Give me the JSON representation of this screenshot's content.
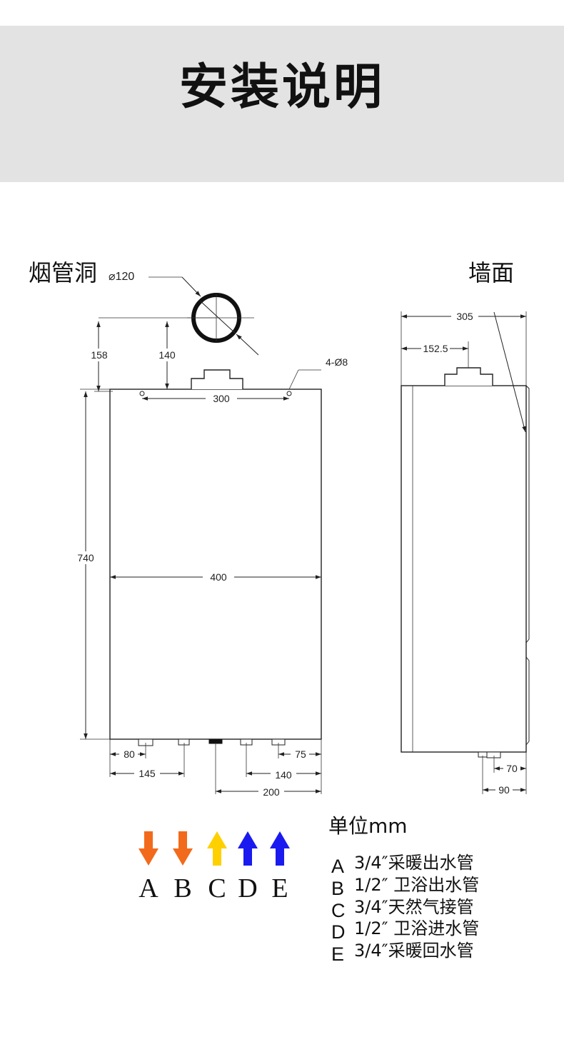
{
  "title": "安装说明",
  "labels": {
    "flue_hole": "烟管洞",
    "flue_diameter": "⌀120",
    "wall": "墙面",
    "holes": "4-Ø8",
    "unit": "单位mm"
  },
  "dimensions": {
    "front": {
      "d158": "158",
      "d140_top": "140",
      "d300": "300",
      "d740": "740",
      "d400": "400",
      "d80": "80",
      "d75": "75",
      "d145": "145",
      "d140_bottom": "140",
      "d200": "200"
    },
    "side": {
      "d305": "305",
      "d152_5": "152.5",
      "d70": "70",
      "d90": "90"
    }
  },
  "arrows": [
    {
      "letter": "A",
      "direction": "down",
      "color": "#f26a1b"
    },
    {
      "letter": "B",
      "direction": "down",
      "color": "#f26a1b"
    },
    {
      "letter": "C",
      "direction": "up",
      "color": "#ffd000"
    },
    {
      "letter": "D",
      "direction": "up",
      "color": "#1a1af0"
    },
    {
      "letter": "E",
      "direction": "up",
      "color": "#1a1af0"
    }
  ],
  "legend": [
    {
      "letter": "A",
      "text": "3/4″采暖出水管"
    },
    {
      "letter": "B",
      "text": "1/2″ 卫浴出水管"
    },
    {
      "letter": "C",
      "text": "3/4″天然气接管"
    },
    {
      "letter": "D",
      "text": "1/2″ 卫浴进水管"
    },
    {
      "letter": "E",
      "text": "3/4″采暖回水管"
    }
  ]
}
